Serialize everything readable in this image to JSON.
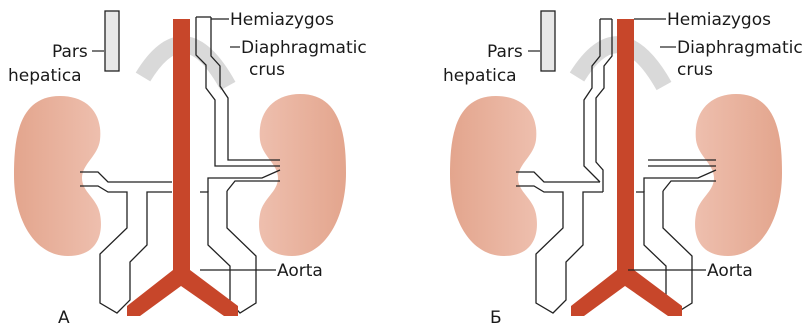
{
  "colors": {
    "aorta": "#c7462a",
    "kidney": "#e7b09c",
    "crus": "#d9d9d9",
    "pars_hepatica": "#e8e8e8",
    "outline": "#222222"
  },
  "panel_a": {
    "letter": "A",
    "labels": {
      "hemiazygos": "Hemiazygos",
      "diaphragmatic": "Diaphragmatic",
      "crus": "crus",
      "pars": "Pars",
      "hepatica": "hepatica",
      "aorta": "Aorta"
    }
  },
  "panel_b": {
    "letter": "Б",
    "labels": {
      "hemiazygos": "Hemiazygos",
      "diaphragmatic": "Diaphragmatic",
      "crus": "crus",
      "pars": "Pars",
      "hepatica": "hepatica",
      "aorta": "Aorta"
    }
  }
}
